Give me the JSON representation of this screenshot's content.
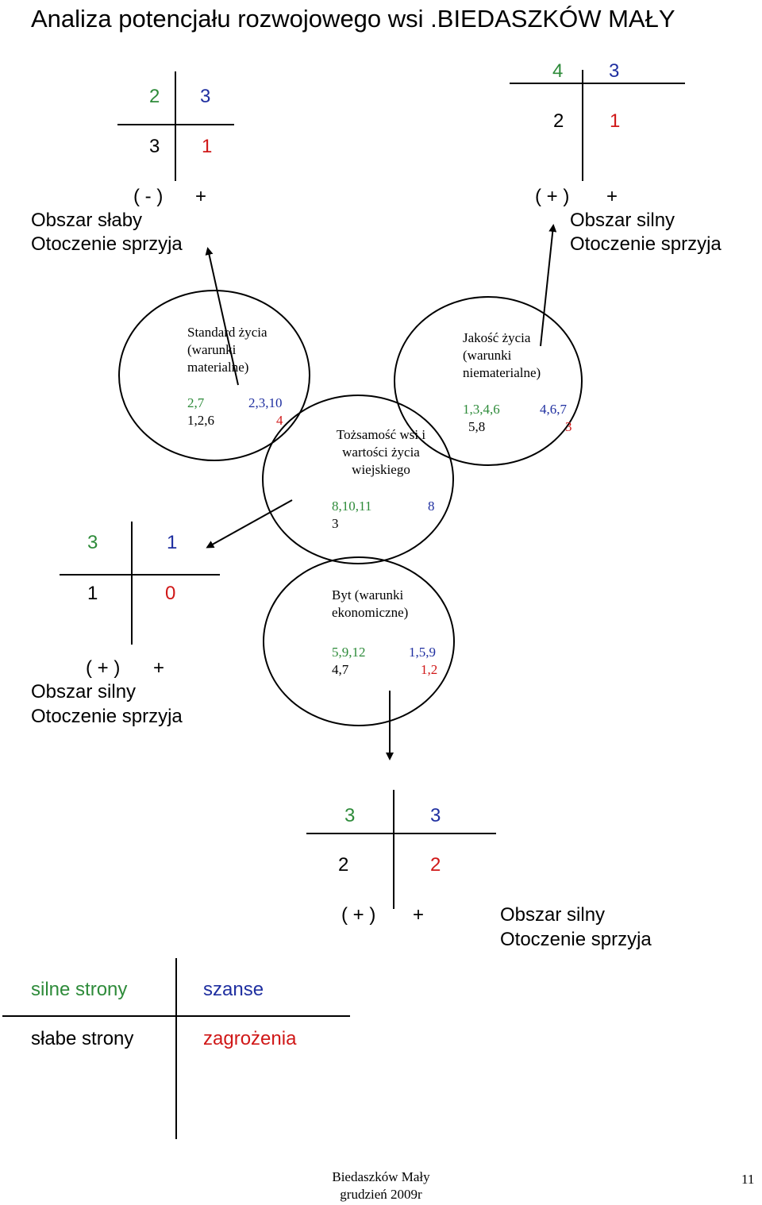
{
  "title": "Analiza potencjału rozwojowego wsi .BIEDASZKÓW MAŁY",
  "quadrants": {
    "top_left": {
      "s": "2",
      "o": "3",
      "w": "3",
      "t": "1",
      "sign_left": "( - )",
      "sign_right": "+",
      "line1": "Obszar słaby",
      "line2": "Otoczenie sprzyja"
    },
    "top_right": {
      "s": "4",
      "o": "3",
      "w": "2",
      "t": "1",
      "sign_left": "( + )",
      "sign_right": "+",
      "line1": "Obszar silny",
      "line2": "Otoczenie sprzyja"
    },
    "mid_left": {
      "s": "3",
      "o": "1",
      "w": "1",
      "t": "0",
      "sign_left": "( + )",
      "sign_right": "+",
      "line1": "Obszar silny",
      "line2": "Otoczenie sprzyja"
    },
    "bottom": {
      "s": "3",
      "o": "3",
      "w": "2",
      "t": "2",
      "sign_left": "( + )",
      "sign_right": "+",
      "line1": "Obszar silny",
      "line2": "Otoczenie sprzyja"
    }
  },
  "circles": {
    "standard": {
      "l1": "Standard życia",
      "l2": "(warunki",
      "l3": "materialne)",
      "s": "2,7",
      "o": "2,3,10",
      "w": "1,2,6",
      "t": "4"
    },
    "jakosc": {
      "l1": "Jakość życia",
      "l2": "(warunki",
      "l3": "niematerialne)",
      "s": "1,3,4,6",
      "o": "4,6,7",
      "w": "5,8",
      "t": "3"
    },
    "tozsamosc": {
      "l1": "Tożsamość wsi i",
      "l2": "wartości życia",
      "l3": "wiejskiego",
      "s": "8,10,11",
      "o": "8",
      "w": "3"
    },
    "byt": {
      "l1": "Byt (warunki",
      "l2": "ekonomiczne)",
      "s": "5,9,12",
      "o": "1,5,9",
      "w": "4,7",
      "t": "1,2"
    }
  },
  "legend": {
    "strengths": "silne strony",
    "opportunities": "szanse",
    "weaknesses": "słabe strony",
    "threats": "zagrożenia"
  },
  "footer": {
    "line1": "Biedaszków Mały",
    "line2": "grudzień 2009r",
    "page": "11"
  },
  "colors": {
    "strength": "#2e8b3a",
    "opportunity": "#1f2fa0",
    "threat": "#d01818"
  }
}
